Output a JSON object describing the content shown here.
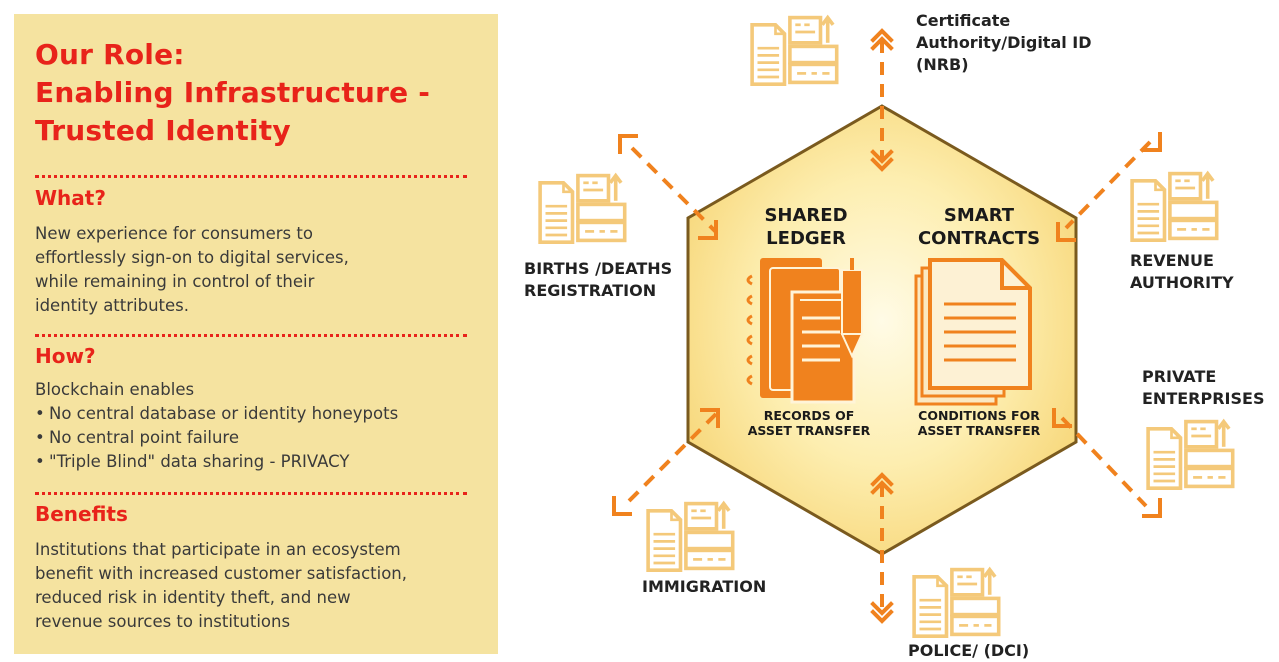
{
  "left": {
    "title_lines": [
      "Our Role:",
      "Enabling Infrastructure -",
      "Trusted Identity"
    ],
    "what": {
      "heading": "What?",
      "lines": [
        "New experience for consumers to",
        "effortlessly sign-on to digital services,",
        "while remaining in control of their",
        "identity attributes."
      ]
    },
    "how": {
      "heading": "How?",
      "intro": "Blockchain enables",
      "bullets": [
        "No central database or identity honeypots",
        "No central point failure",
        "\"Triple Blind\" data sharing - PRIVACY"
      ]
    },
    "benefits": {
      "heading": "Benefits",
      "lines": [
        "Institutions that participate in an ecosystem",
        "benefit with increased customer satisfaction,",
        "reduced risk in identity theft, and new",
        "revenue sources to institutions"
      ]
    }
  },
  "hexagon": {
    "ledger_heading": [
      "SHARED",
      "LEDGER"
    ],
    "contracts_heading": [
      "SMART",
      "CONTRACTS"
    ],
    "ledger_caption": [
      "RECORDS OF",
      "ASSET TRANSFER"
    ],
    "contracts_caption": [
      "CONDITIONS FOR",
      "ASSET TRANSFER"
    ]
  },
  "nodes": {
    "top": [
      "Certificate",
      "Authority/Digital ID",
      "(NRB)"
    ],
    "left": [
      "BIRTHS /DEATHS",
      "REGISTRATION"
    ],
    "right_top": [
      "REVENUE",
      "AUTHORITY"
    ],
    "right_bottom": [
      "PRIVATE",
      "ENTERPRISES"
    ],
    "bottom_left": [
      "IMMIGRATION"
    ],
    "bottom": [
      "POLICE/ (DCI)"
    ]
  },
  "colors": {
    "orange": "#f0821e",
    "red_heading": "#e8231a",
    "panel_bg": "#f5e3a0",
    "doc_icon": "#f4c97a"
  }
}
